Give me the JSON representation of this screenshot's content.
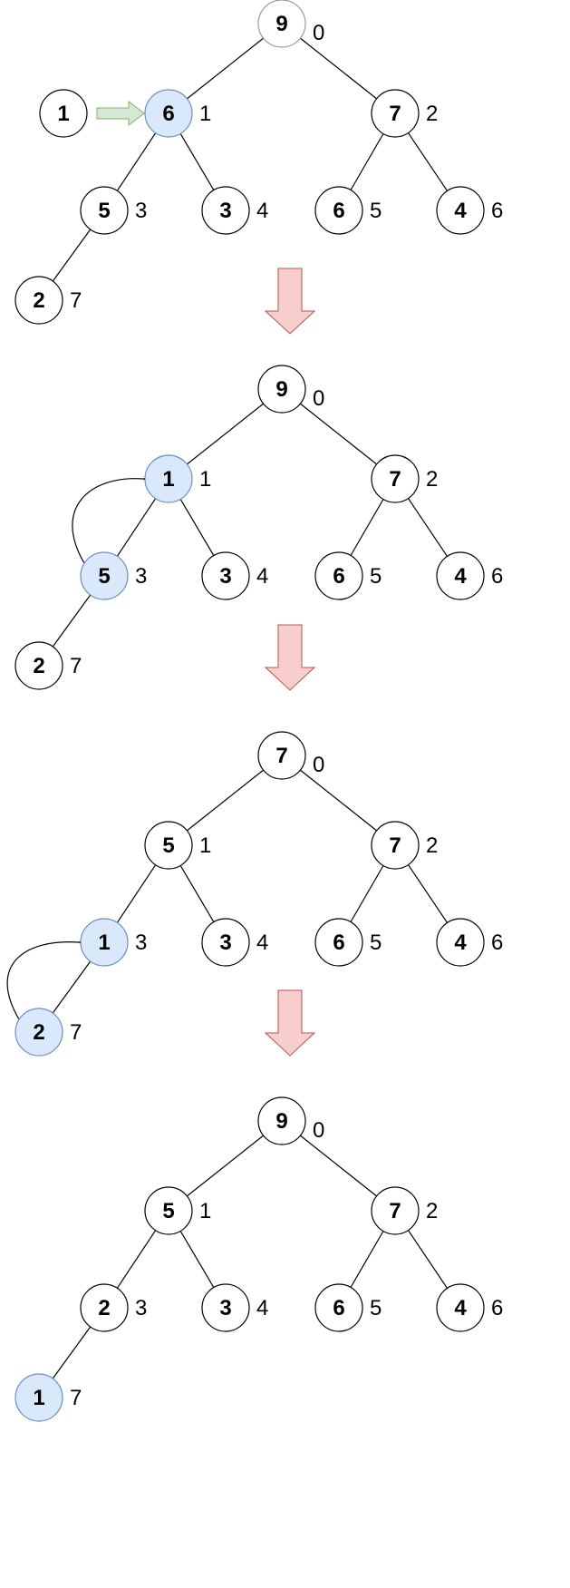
{
  "colors": {
    "node_fill": "#ffffff",
    "highlight_fill": "#dae8fc",
    "highlight_stroke": "#6c8ebf",
    "faded_stroke": "#999999",
    "edge": "#000000",
    "down_arrow_fill": "#f8cecc",
    "down_arrow_stroke": "#b85450",
    "insert_arrow_fill": "#d5e8d4",
    "insert_arrow_stroke": "#82b366"
  },
  "stages": [
    {
      "nodes": [
        {
          "value": "9",
          "index": "0",
          "style": "faded"
        },
        {
          "value": "6",
          "index": "1",
          "style": "highlight"
        },
        {
          "value": "7",
          "index": "2",
          "style": "normal"
        },
        {
          "value": "5",
          "index": "3",
          "style": "normal"
        },
        {
          "value": "3",
          "index": "4",
          "style": "normal"
        },
        {
          "value": "6",
          "index": "5",
          "style": "normal"
        },
        {
          "value": "4",
          "index": "6",
          "style": "normal"
        },
        {
          "value": "2",
          "index": "7",
          "style": "normal"
        }
      ],
      "extra_node": {
        "value": "1",
        "style": "normal",
        "arrow": "insert-arrow",
        "arrow_icon": "green-block-arrow-icon"
      }
    },
    {
      "nodes": [
        {
          "value": "9",
          "index": "0",
          "style": "normal"
        },
        {
          "value": "1",
          "index": "1",
          "style": "highlight"
        },
        {
          "value": "7",
          "index": "2",
          "style": "normal"
        },
        {
          "value": "5",
          "index": "3",
          "style": "highlight"
        },
        {
          "value": "3",
          "index": "4",
          "style": "normal"
        },
        {
          "value": "6",
          "index": "5",
          "style": "normal"
        },
        {
          "value": "4",
          "index": "6",
          "style": "normal"
        },
        {
          "value": "2",
          "index": "7",
          "style": "normal"
        }
      ],
      "swap": {
        "from": 1,
        "to": 3,
        "icon": "swap-arrow-icon"
      }
    },
    {
      "nodes": [
        {
          "value": "7",
          "index": "0",
          "style": "normal"
        },
        {
          "value": "5",
          "index": "1",
          "style": "normal"
        },
        {
          "value": "7",
          "index": "2",
          "style": "normal"
        },
        {
          "value": "1",
          "index": "3",
          "style": "highlight"
        },
        {
          "value": "3",
          "index": "4",
          "style": "normal"
        },
        {
          "value": "6",
          "index": "5",
          "style": "normal"
        },
        {
          "value": "4",
          "index": "6",
          "style": "normal"
        },
        {
          "value": "2",
          "index": "7",
          "style": "highlight"
        }
      ],
      "swap": {
        "from": 3,
        "to": 7,
        "icon": "swap-arrow-icon"
      }
    },
    {
      "nodes": [
        {
          "value": "9",
          "index": "0",
          "style": "normal"
        },
        {
          "value": "5",
          "index": "1",
          "style": "normal"
        },
        {
          "value": "7",
          "index": "2",
          "style": "normal"
        },
        {
          "value": "2",
          "index": "3",
          "style": "normal"
        },
        {
          "value": "3",
          "index": "4",
          "style": "normal"
        },
        {
          "value": "6",
          "index": "5",
          "style": "normal"
        },
        {
          "value": "4",
          "index": "6",
          "style": "normal"
        },
        {
          "value": "1",
          "index": "7",
          "style": "highlight"
        }
      ]
    }
  ],
  "edges": [
    [
      0,
      1
    ],
    [
      0,
      2
    ],
    [
      1,
      3
    ],
    [
      1,
      4
    ],
    [
      2,
      5
    ],
    [
      2,
      6
    ],
    [
      3,
      7
    ]
  ],
  "transitions": [
    {
      "icon": "red-down-arrow-icon"
    },
    {
      "icon": "red-down-arrow-icon"
    },
    {
      "icon": "red-down-arrow-icon"
    }
  ]
}
